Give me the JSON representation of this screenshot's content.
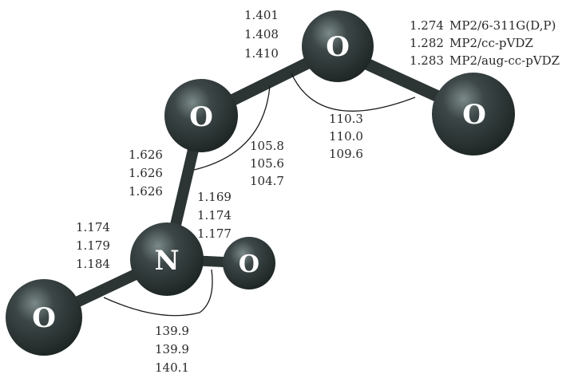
{
  "atoms": {
    "o1": "O",
    "o2": "O",
    "o3": "O",
    "n": "N",
    "o4": "O",
    "o5": "O"
  },
  "bond_o1_o2": [
    "1.401",
    "1.408",
    "1.410"
  ],
  "bond_o2_o3": [
    "1.274",
    "1.282",
    "1.283"
  ],
  "methods": [
    "MP2/6-311G(D,P)",
    "MP2/cc-pVDZ",
    "MP2/aug-cc-pVDZ"
  ],
  "angle_o1_o2_o3": [
    "110.3",
    "110.0",
    "109.6"
  ],
  "angle_n_o1_o2": [
    "105.8",
    "105.6",
    "104.7"
  ],
  "bond_n_o1": [
    "1.626",
    "1.626",
    "1.626"
  ],
  "bond_n_o4": [
    "1.169",
    "1.174",
    "1.177"
  ],
  "bond_n_o5": [
    "1.174",
    "1.179",
    "1.184"
  ],
  "angle_o5_n_o4": [
    "139.9",
    "139.9",
    "140.1"
  ],
  "colors": {
    "atom": "#2f3838",
    "atom_highlight": "#6f7d7d",
    "bond": "#2c3434",
    "arc": "#1a1a1a",
    "text": "#2a2a2a"
  }
}
